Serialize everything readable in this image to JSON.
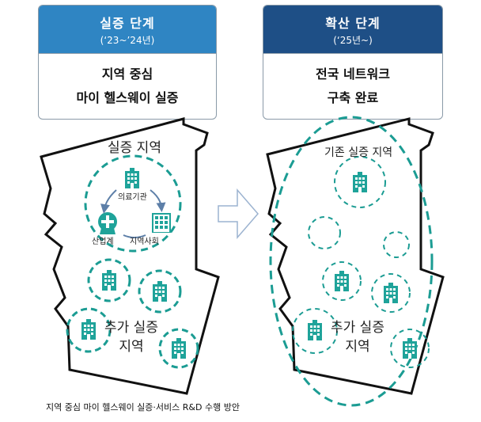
{
  "left_stage": {
    "title": "실증 단계",
    "period": "(‘23~’24년)",
    "line1": "지역 중심",
    "line2": "마이 헬스웨이 실증"
  },
  "right_stage": {
    "title": "확산 단계",
    "period": "(‘25년~)",
    "line1": "전국 네트워크",
    "line2": "구축 완료"
  },
  "left_map": {
    "region_label": "실증 지역",
    "medical": "의료기관",
    "industry": "산업계",
    "community": "지역사회",
    "added_line1": "추가 실증",
    "added_line2": "지역"
  },
  "right_map": {
    "region_label": "기존 실증 지역",
    "added_line1": "추가 실증",
    "added_line2": "지역"
  },
  "caption": "지역 중심 마이 헬스웨이 실증·서비스 R&D 수행 방안",
  "colors": {
    "left_header": "#2f85c3",
    "right_header": "#1e4f86",
    "teal": "#1fa39a",
    "dash": "#1b9c93"
  }
}
